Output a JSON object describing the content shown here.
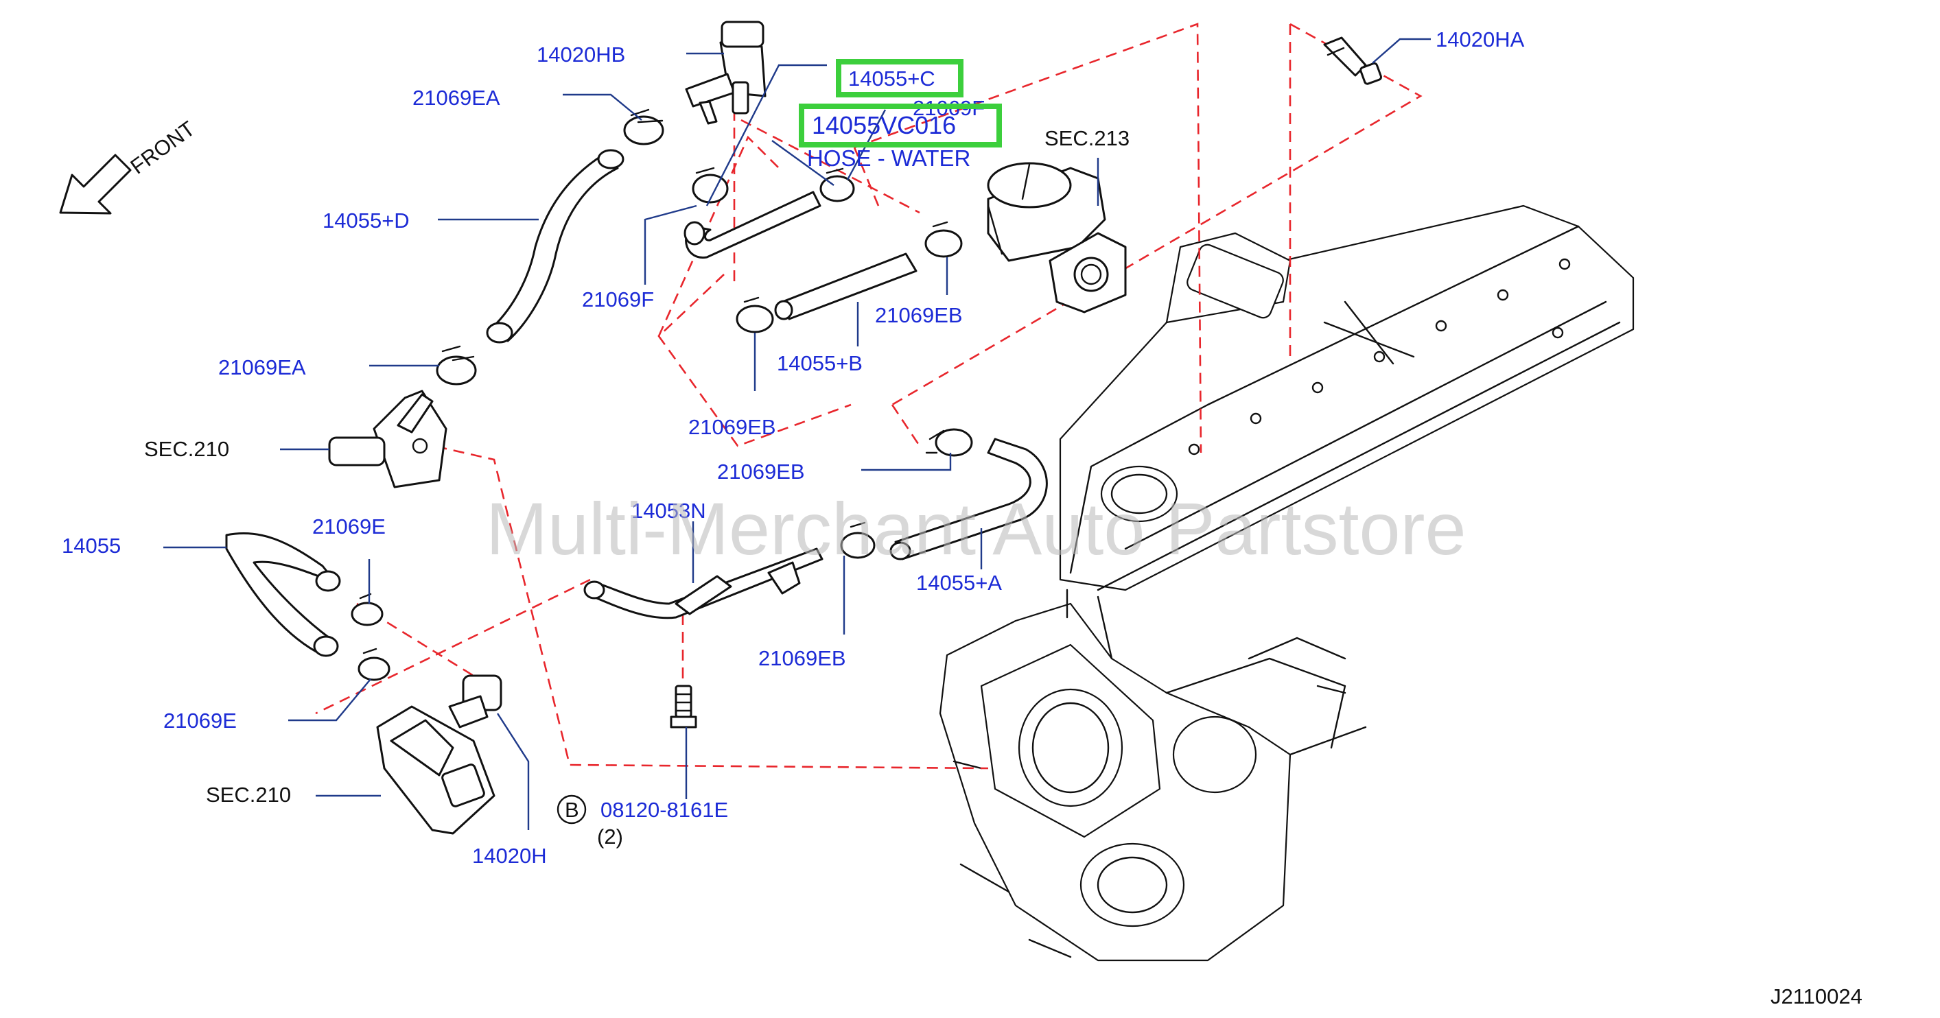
{
  "watermark": "Multi-Merchant Auto Partstore",
  "front_label": "FRONT",
  "drawing_number": "J2110024",
  "highlight": {
    "part_ref": "14055+C",
    "part_number": "14055VC016",
    "description": "HOSE - WATER"
  },
  "labels": {
    "p14020HB": "14020HB",
    "p21069EA_top": "21069EA",
    "p14055D": "14055+D",
    "p21069EA_mid": "21069EA",
    "sec210_upper": "SEC.210",
    "p14055": "14055",
    "p21069E_top": "21069E",
    "p21069E_bot": "21069E",
    "sec210_lower": "SEC.210",
    "p14020H": "14020H",
    "bolt_code": "B",
    "bolt_part": "08120-8161E",
    "bolt_qty": "(2)",
    "p14053N": "14053N",
    "p21069EB_low": "21069EB",
    "p14055A": "14055+A",
    "p21069EB_mid": "21069EB",
    "p21069EB_left": "21069EB",
    "p14055B": "14055+B",
    "p21069EB_right": "21069EB",
    "p21069F_left": "21069F",
    "p21069F_top": "21069F",
    "sec213": "SEC.213",
    "p14020HA": "14020HA"
  }
}
